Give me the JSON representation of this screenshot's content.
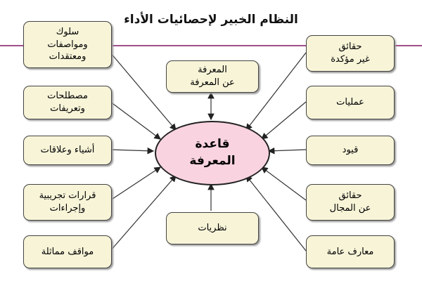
{
  "title": "النظام الخبير لإحصائيات الأداء",
  "center": "قاعدة\nالمعرفة",
  "left": [
    "سلوك\nومواصفات\nومعتقدات",
    "مصطلحات\nوتعريفات",
    "أشياء وعلاقات",
    "قرارات تجريبية\nوإجراءات",
    "مواقف مماثلة"
  ],
  "right": [
    "حقائق\nغير مؤكدة",
    "عمليات",
    "قيود",
    "حقائق\nعن المجال",
    "معارف عامة"
  ],
  "top": "المعرفة\nعن المعرفة",
  "bottom": "نظريات",
  "colors": {
    "box": "#f7f4d8",
    "center": "#f9d4e0",
    "line": "#a0508a"
  }
}
